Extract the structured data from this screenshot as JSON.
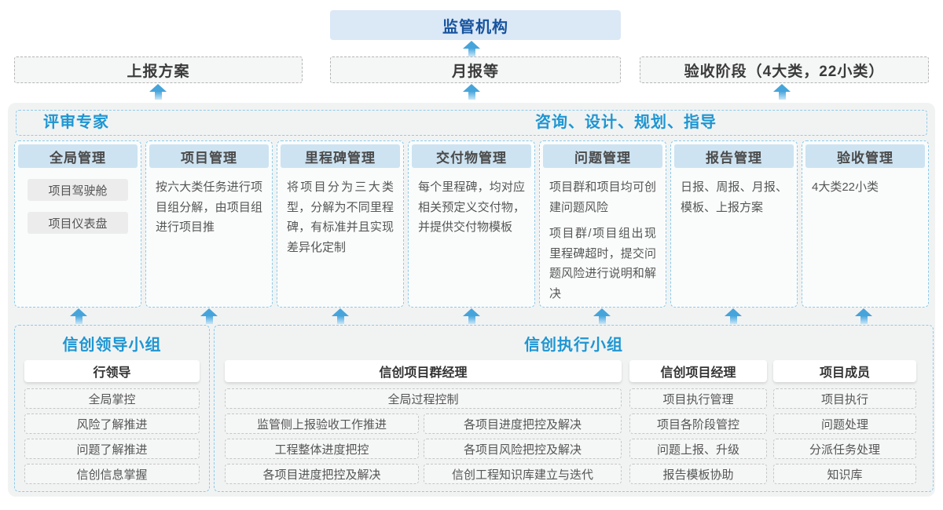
{
  "top": {
    "regulator": "监管机构"
  },
  "outputs": [
    "上报方案",
    "月报等",
    "验收阶段（4大类，22小类）"
  ],
  "platform": {
    "experts_label": "评审专家",
    "consult_label": "咨询、设计、规划、指导",
    "columns": [
      {
        "title": "全局管理",
        "chips": [
          "项目驾驶舱",
          "项目仪表盘"
        ]
      },
      {
        "title": "项目管理",
        "body": [
          "按六大类任务进行项目组分解，由项目组进行项目推"
        ]
      },
      {
        "title": "里程碑管理",
        "body": [
          "将项目分为三大类型，分解为不同里程碑，有标准并且实现差异化定制"
        ]
      },
      {
        "title": "交付物管理",
        "body": [
          "每个里程碑，均对应相关预定义交付物，并提供交付物模板"
        ]
      },
      {
        "title": "问题管理",
        "body": [
          "项目群和项目均可创建问题风险",
          "项目群/项目组出现里程碑超时，提交问题风险进行说明和解决"
        ]
      },
      {
        "title": "报告管理",
        "body": [
          "日报、周报、月报、模板、上报方案"
        ]
      },
      {
        "title": "验收管理",
        "body": [
          "4大类22小类"
        ]
      }
    ]
  },
  "groups": {
    "leader": {
      "title": "信创领导小组",
      "role": "行领导",
      "items": [
        "全局掌控",
        "风险了解推进",
        "问题了解推进",
        "信创信息掌握"
      ]
    },
    "exec": {
      "title": "信创执行小组",
      "program_manager": {
        "role": "信创项目群经理",
        "full_item": "全局过程控制",
        "left_items": [
          "监管侧上报验收工作推进",
          "工程整体进度把控",
          "各项目进度把控及解决"
        ],
        "right_items": [
          "各项目进度把控及解决",
          "各项目风险把控及解决",
          "信创工程知识库建立与迭代"
        ]
      },
      "project_manager": {
        "role": "信创项目经理",
        "items": [
          "项目执行管理",
          "项目各阶段管控",
          "问题上报、升级",
          "报告模板协助"
        ]
      },
      "member": {
        "role": "项目成员",
        "items": [
          "项目执行",
          "问题处理",
          "分派任务处理",
          "知识库"
        ]
      }
    }
  },
  "colors": {
    "accent_blue": "#1e96d2",
    "regulator_text": "#17549e",
    "regulator_bg": "#dbe8f6",
    "column_header_bg": "#cde3f1",
    "dashed_blue": "#8ccae9",
    "arrow_blue": "#46a4db",
    "container_bg": "#f1f3f3"
  }
}
